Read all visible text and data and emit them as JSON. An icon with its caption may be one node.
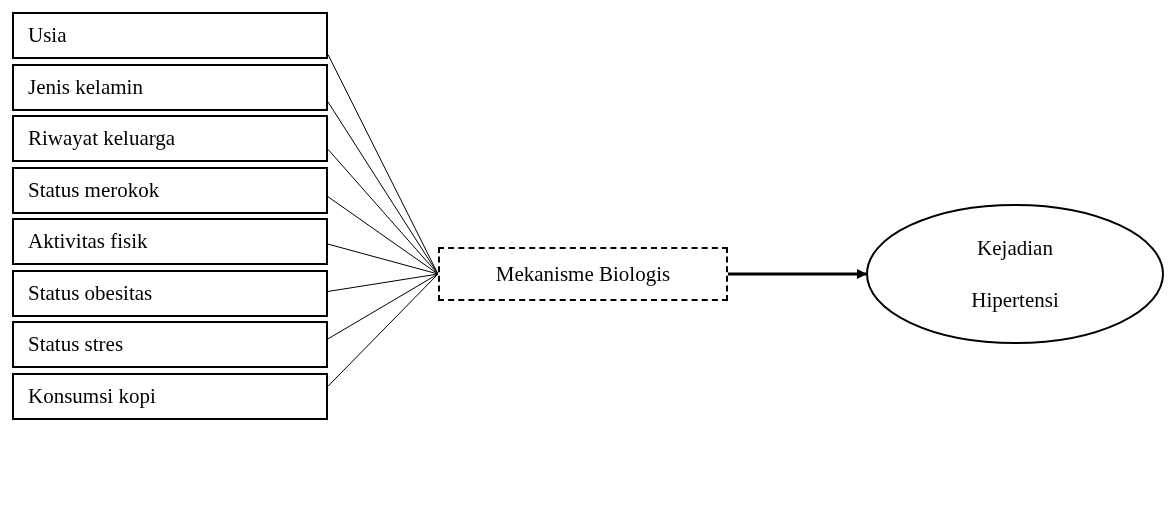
{
  "diagram": {
    "nodes": [
      {
        "text": [
          "Usia"
        ]
      },
      {
        "text": [
          "Jenis kelamin"
        ]
      },
      {
        "text": [
          "Riwayat keluarga"
        ]
      },
      {
        "text": [
          "Status merokok"
        ]
      },
      {
        "text": [
          "Aktivitas fisik"
        ]
      },
      {
        "text": [
          "Status obesitas"
        ]
      },
      {
        "text": [
          "Status stres"
        ]
      },
      {
        "text": [
          "Konsumsi kopi"
        ]
      },
      {
        "text": [
          "Mekanisme Biologis"
        ]
      },
      {
        "text": [
          "Kejadian Hipertensi"
        ]
      }
    ],
    "edges": [
      {
        "from": 0,
        "to": 8,
        "arrow": "none"
      },
      {
        "from": 1,
        "to": 8,
        "arrow": "none"
      },
      {
        "from": 2,
        "to": 8,
        "arrow": "none"
      },
      {
        "from": 3,
        "to": 8,
        "arrow": "none"
      },
      {
        "from": 4,
        "to": 8,
        "arrow": "none"
      },
      {
        "from": 5,
        "to": 8,
        "arrow": "none"
      },
      {
        "from": 6,
        "to": 8,
        "arrow": "none"
      },
      {
        "from": 7,
        "to": 8,
        "arrow": "none"
      },
      {
        "from": 8,
        "to": 9,
        "arrow": "to",
        "style": "thick"
      }
    ]
  }
}
